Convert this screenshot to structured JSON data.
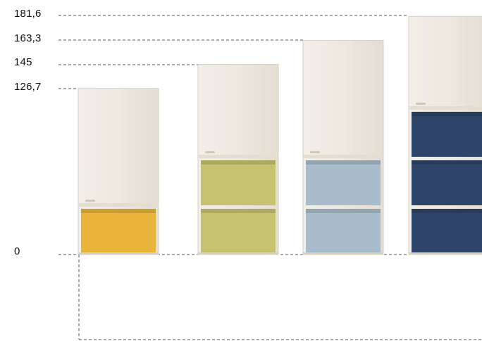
{
  "height_marks": [
    {
      "label": "181,6",
      "value": 181.6
    },
    {
      "label": "163,3",
      "value": 163.3
    },
    {
      "label": "145",
      "value": 145
    },
    {
      "label": "126,7",
      "value": 126.7
    },
    {
      "label": "0",
      "value": 0
    }
  ],
  "cabinets": [
    {
      "height": 126.7,
      "open_modules": 1,
      "module_color": "#e8b43a",
      "body_color": "#ede8e0"
    },
    {
      "height": 145,
      "open_modules": 2,
      "module_color": "#c6c270",
      "body_color": "#ede8e0"
    },
    {
      "height": 163.3,
      "open_modules": 2,
      "module_color": "#a9bccb",
      "body_color": "#ede8e0"
    },
    {
      "height": 181.6,
      "open_modules": 3,
      "module_color": "#2e4468",
      "body_color": "#ede8e0"
    }
  ],
  "colors": {
    "guide_line": "#555555",
    "shelf": "#e4ddd2",
    "frame_edge": "#d8d0c2"
  }
}
